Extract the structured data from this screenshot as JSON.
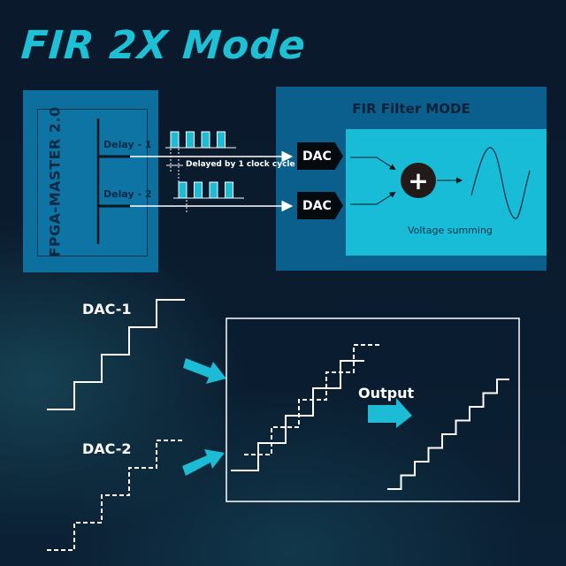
{
  "title": "FIR 2X Mode",
  "fpga": {
    "label": "FPGA-MASTER 2.0",
    "delays": [
      "Delay - 1",
      "Delay - 2"
    ]
  },
  "timing": {
    "note": "Delayed by 1 clock cycle",
    "pulses_per_signal": 4,
    "delay_cycles": 1
  },
  "fir_block": {
    "title": "FIR Filter MODE",
    "dac_labels": [
      "DAC",
      "DAC"
    ],
    "summing_symbol": "+",
    "summing_label": "Voltage summing"
  },
  "lower": {
    "dac1_label": "DAC-1",
    "dac2_label": "DAC-2",
    "output_label": "Output",
    "dac_steps": 4,
    "output_steps": 8
  },
  "colors": {
    "title": "#1ec0d6",
    "accent": "#18bcd6",
    "block_dark": "#0a5f8c",
    "block_fpga": "#0c6f9e",
    "dac_box": "#050a0e",
    "line": "#ffffff"
  }
}
